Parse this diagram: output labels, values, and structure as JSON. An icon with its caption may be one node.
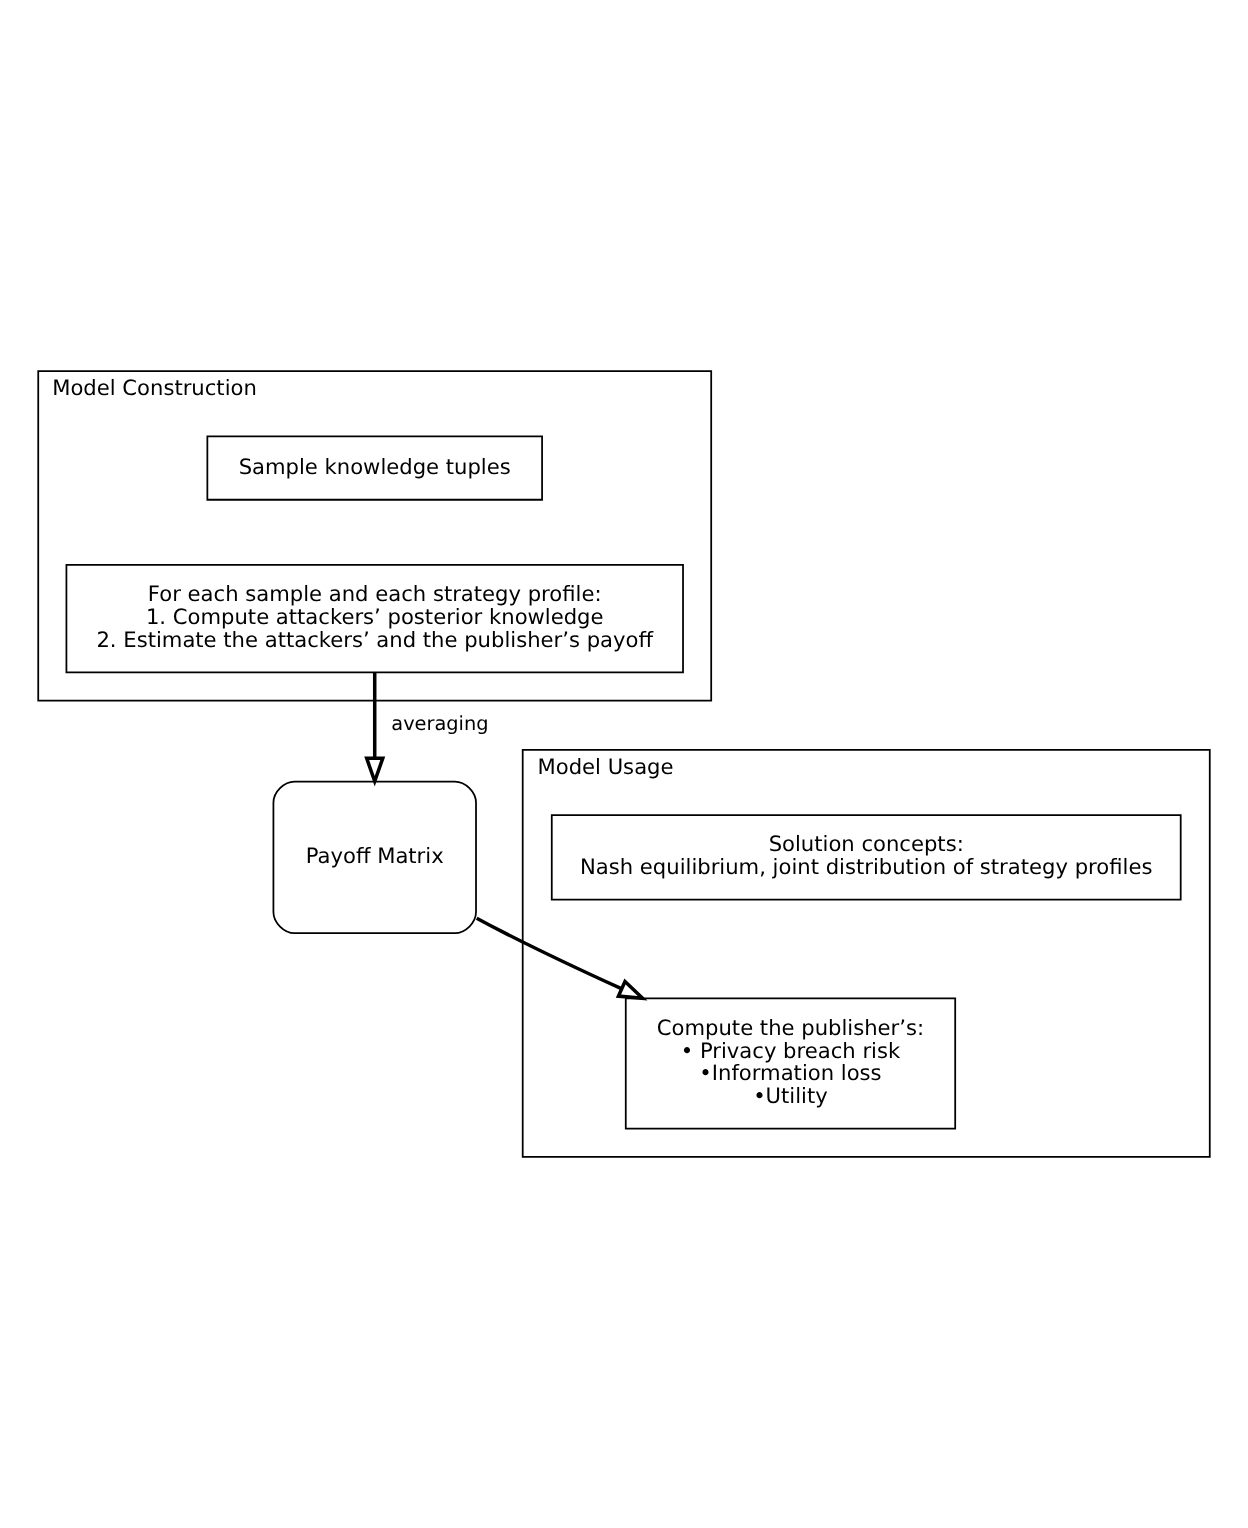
{
  "diagram": {
    "nodes": [
      {
        "text": [
          "Model Construction"
        ]
      },
      {
        "text": [
          "Sample knowledge tuples"
        ],
        "in": 0
      },
      {
        "text": [
          "For each sample and each strategy profile:",
          "1. Compute attackers’ posterior knowledge",
          "2. Estimate the attackers’ and the publisher’s payoff"
        ],
        "in": 0
      },
      {
        "text": [
          "Payoff Matrix"
        ]
      },
      {
        "text": [
          "Model Usage"
        ]
      },
      {
        "text": [
          "Solution concepts:",
          "Nash equilibrium, joint distribution of strategy profiles"
        ],
        "in": 4
      },
      {
        "text": [
          "Compute the publisher’s:",
          "• Privacy breach risk",
          "•Information loss",
          "•Utility"
        ],
        "in": 4
      }
    ],
    "edges": [
      {
        "from": 2,
        "to": 3,
        "arrow": "to",
        "label": "averaging"
      },
      {
        "from": 3,
        "to": 6,
        "arrow": "to"
      }
    ]
  }
}
